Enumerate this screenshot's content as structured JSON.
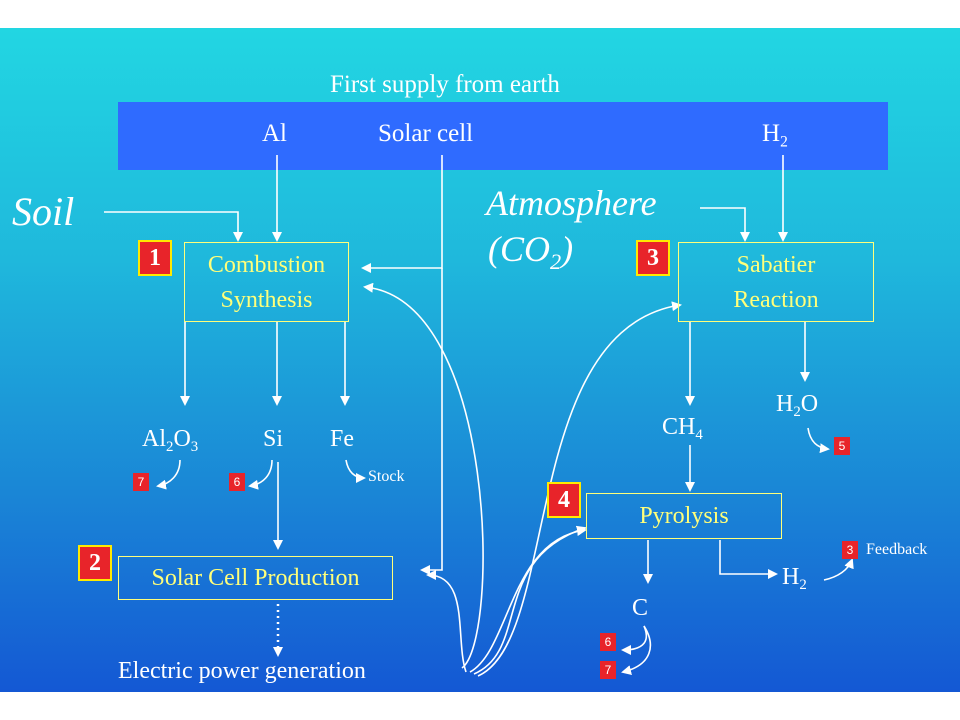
{
  "supply": {
    "title": "First supply from earth",
    "al": "Al",
    "solar_cell": "Solar cell",
    "h2": "H",
    "h2_sub": "2"
  },
  "inputs": {
    "soil": "Soil",
    "atmosphere": "Atmosphere",
    "co2_open": "(CO",
    "co2_sub": "2",
    "co2_close": ")"
  },
  "processes": {
    "combustion": {
      "line1": "Combustion",
      "line2": "Synthesis",
      "badge": "1"
    },
    "solar_production": {
      "label": "Solar Cell Production",
      "badge": "2"
    },
    "sabatier": {
      "line1": "Sabatier",
      "line2": "Reaction",
      "badge": "3"
    },
    "pyrolysis": {
      "label": "Pyrolysis",
      "badge": "4"
    }
  },
  "products": {
    "al2o3": {
      "a": "Al",
      "s1": "2",
      "b": "O",
      "s2": "3"
    },
    "si": "Si",
    "fe": "Fe",
    "stock": "Stock",
    "ch4": {
      "a": "CH",
      "s": "4"
    },
    "h2o": {
      "a": "H",
      "s": "2",
      "b": "O"
    },
    "h2": {
      "a": "H",
      "s": "2"
    },
    "c": "C",
    "feedback": "Feedback",
    "electric": "Electric power generation"
  },
  "small_badges": {
    "al2o3": "7",
    "si": "6",
    "h2o": "5",
    "feedback": "3",
    "c_top": "6",
    "c_bottom": "7"
  },
  "colors": {
    "line": "#ffffff",
    "box_text": "#ffff7a",
    "badge_fill": "#e8242a",
    "badge_border": "#ffea00",
    "bar": "#2f6bff"
  }
}
